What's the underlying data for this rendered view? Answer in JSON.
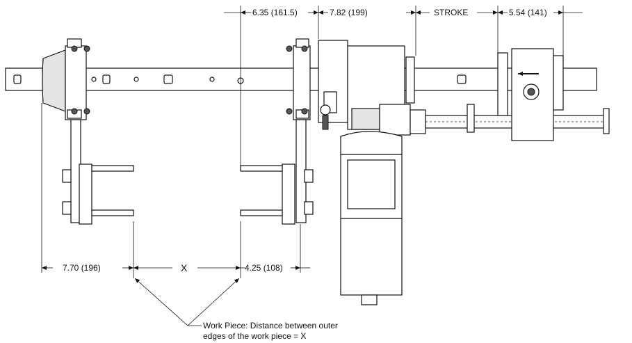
{
  "dimensions": {
    "top": [
      {
        "id": "d1",
        "label": "6.35 (161.5)"
      },
      {
        "id": "d2",
        "label": "7.82 (199)"
      },
      {
        "id": "d3",
        "label": "STROKE"
      },
      {
        "id": "d4",
        "label": "5.54 (141)"
      }
    ],
    "bottom": [
      {
        "id": "b1",
        "label": "7.70 (196)"
      },
      {
        "id": "b2",
        "label": "X"
      },
      {
        "id": "b3",
        "label": "4.25 (108)"
      }
    ]
  },
  "note": {
    "line1": "Work Piece: Distance between outer",
    "line2": "edges of the work piece = X"
  },
  "icons": [
    "arrow-left-icon"
  ]
}
